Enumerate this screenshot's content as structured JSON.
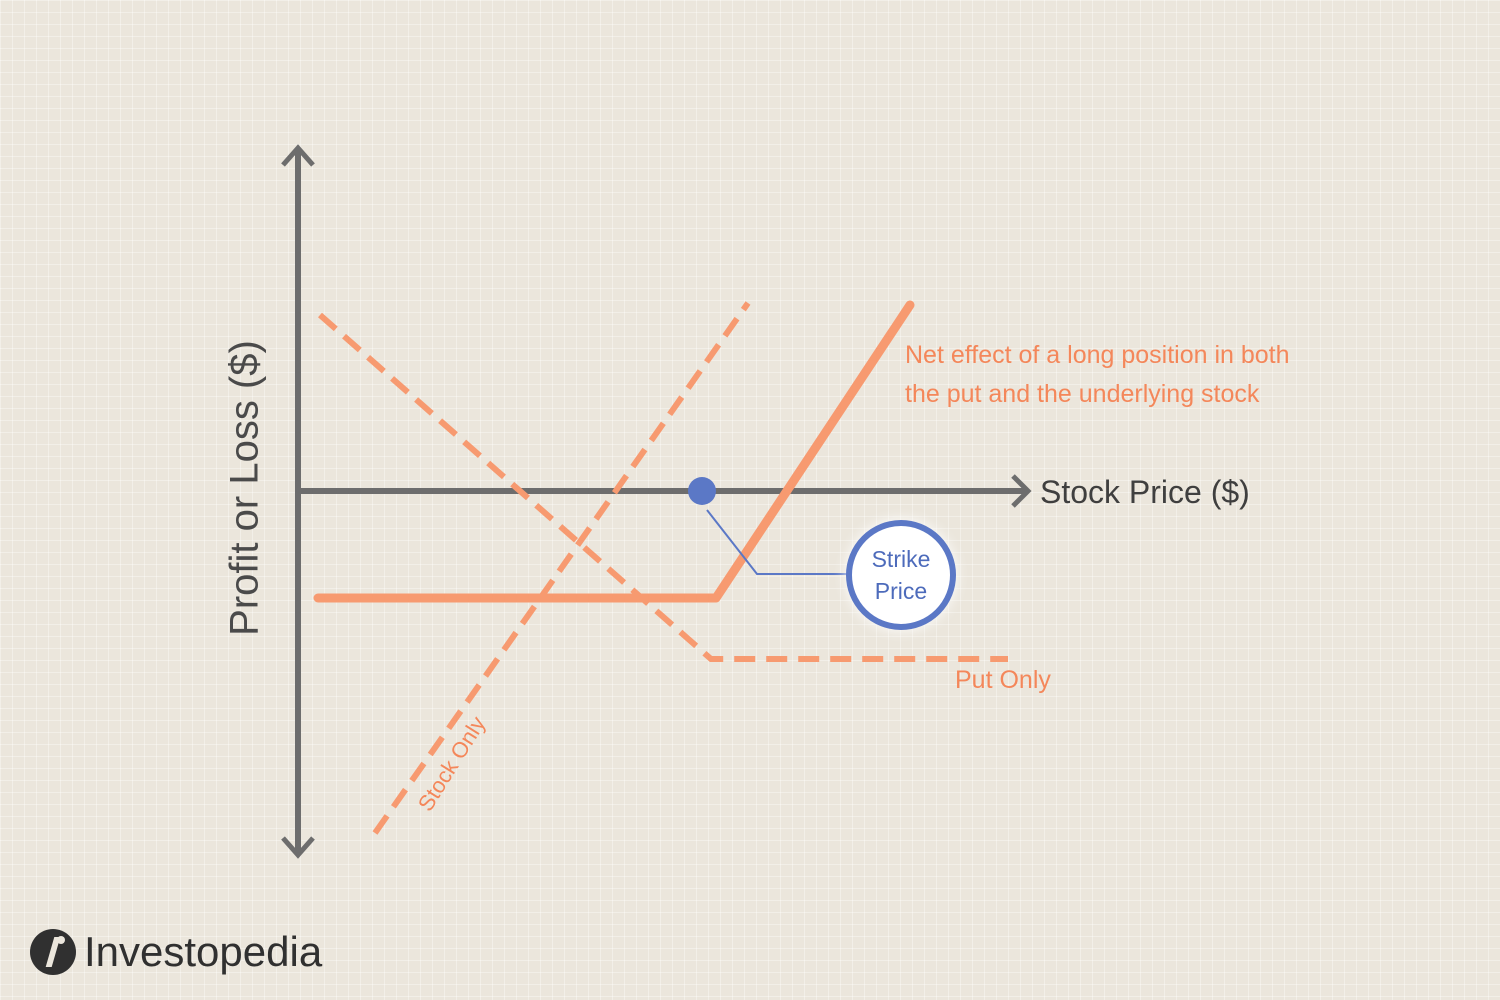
{
  "axes": {
    "y_label": "Profit or Loss ($)",
    "x_label": "Stock Price ($)"
  },
  "annotations": {
    "net_effect_line1": "Net effect of a long position in both",
    "net_effect_line2": "the put and the underlying stock",
    "put_only": "Put Only",
    "stock_only": "Stock Only",
    "strike_line1": "Strike",
    "strike_line2": "Price"
  },
  "brand": {
    "name": "Investopedia"
  },
  "colors": {
    "background": "#ebe6dc",
    "axis": "#6d6d6d",
    "payoff": "#f79a70",
    "strike": "#5b78c6"
  },
  "icons": [
    "investopedia-logo-icon"
  ]
}
